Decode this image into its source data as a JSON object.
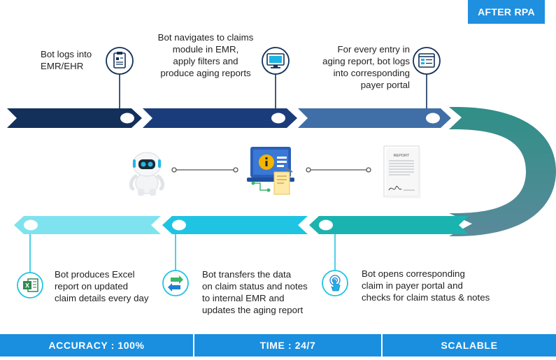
{
  "badge": "AFTER RPA",
  "top_steps": [
    {
      "lines": [
        "Bot logs into",
        "EMR/EHR"
      ],
      "icon": "clipboard-icon"
    },
    {
      "lines": [
        "Bot navigates to claims",
        "module in EMR,",
        "apply filters and",
        "produce aging reports"
      ],
      "icon": "monitor-icon"
    },
    {
      "lines": [
        "For every entry in",
        "aging report,  bot logs",
        "into corresponding",
        "payer portal"
      ],
      "icon": "browser-window-icon"
    }
  ],
  "bottom_steps": [
    {
      "lines": [
        "Bot produces Excel",
        "report on updated",
        "claim details every day"
      ],
      "icon": "excel-icon"
    },
    {
      "lines": [
        "Bot transfers the data",
        "on claim status and notes",
        "to internal EMR and",
        "updates the aging report"
      ],
      "icon": "transfer-arrows-icon"
    },
    {
      "lines": [
        "Bot opens corresponding",
        "claim in payer portal and",
        "checks for claim status & notes"
      ],
      "icon": "touch-click-icon"
    }
  ],
  "center_illustration": {
    "report_label": "REPORT"
  },
  "colors": {
    "dark_navy": "#12305a",
    "navy": "#1a3c7a",
    "steel_blue": "#3f6fa6",
    "teal": "#2b8a85",
    "light_teal": "#1ab3b0",
    "cyan": "#1fc4e3",
    "light_cyan": "#7fe3ef",
    "footer_blue": "#1a8fe0"
  },
  "footer": [
    "ACCURACY : 100%",
    "TIME : 24/7",
    "SCALABLE"
  ]
}
